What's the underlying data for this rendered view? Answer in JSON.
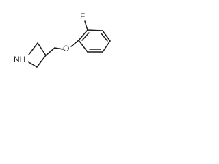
{
  "molecule": {
    "atom_labels": {
      "fluorine": "F",
      "oxygen": "O",
      "azetidine_nitrogen": "NH"
    }
  }
}
